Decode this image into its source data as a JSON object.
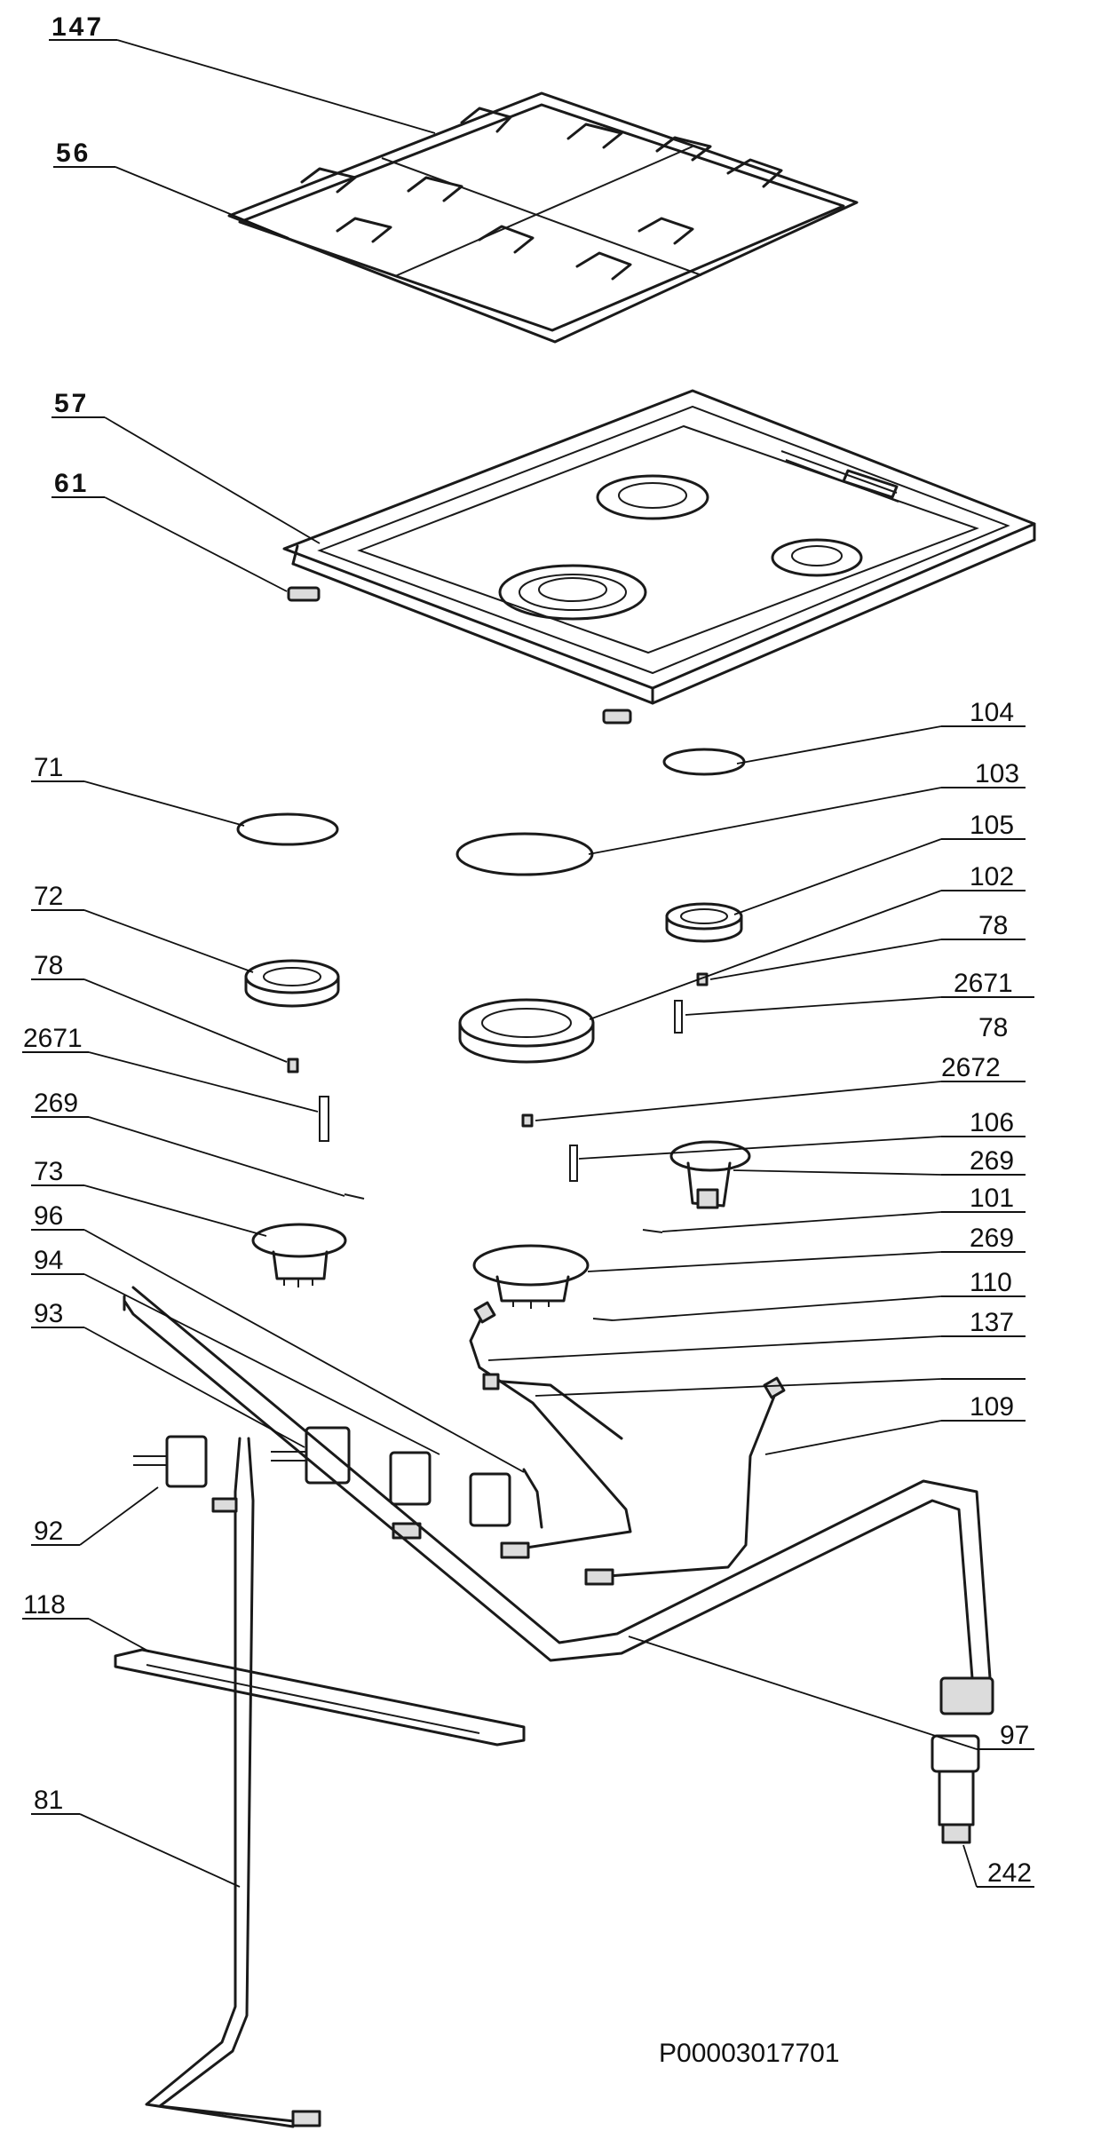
{
  "diagram": {
    "code": "P00003017701",
    "labels": {
      "l147": "147",
      "l56": "56",
      "l57": "57",
      "l61": "61",
      "l104": "104",
      "l71": "71",
      "l103": "103",
      "l105": "105",
      "l72": "72",
      "l102": "102",
      "l78a": "78",
      "l78b": "78",
      "l2671a": "2671",
      "l2671b": "2671",
      "l78c": "78",
      "l269a": "269",
      "l2672": "2672",
      "l106": "106",
      "l73": "73",
      "l269b": "269",
      "l96": "96",
      "l101": "101",
      "l94": "94",
      "l269c": "269",
      "l110": "110",
      "l93": "93",
      "l137": "137",
      "l109": "109",
      "l92": "92",
      "l118": "118",
      "l97": "97",
      "l81": "81",
      "l242": "242"
    }
  }
}
